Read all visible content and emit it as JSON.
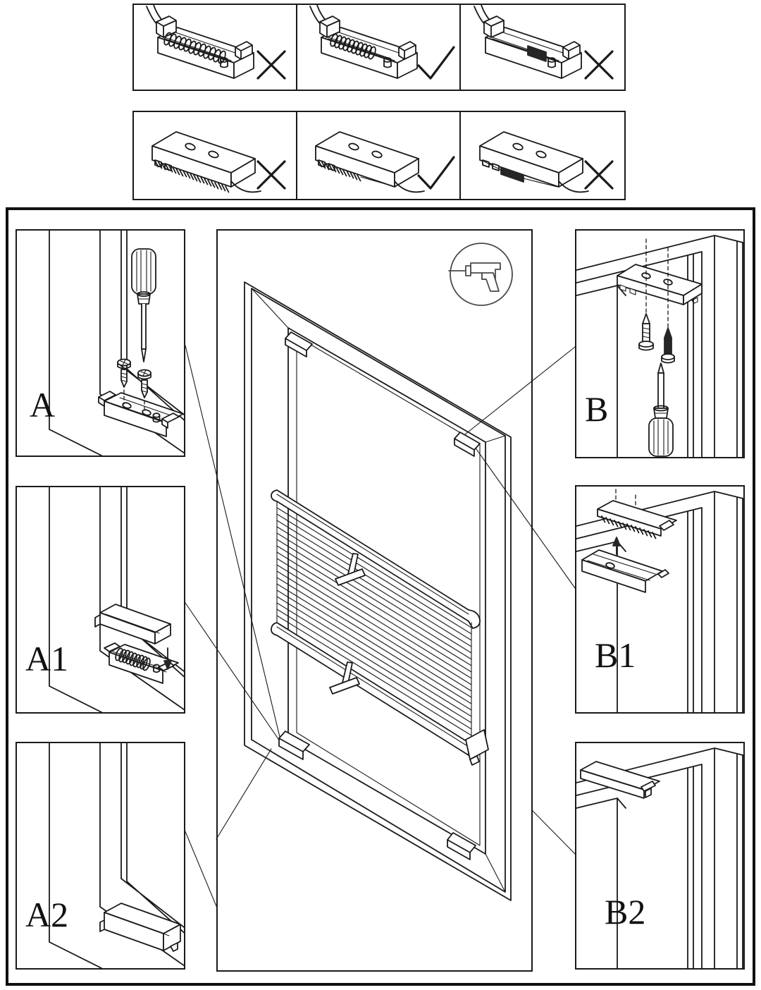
{
  "sheet": {
    "background": "#ffffff",
    "line_color": "#1a1a1a",
    "dark_fill": "#262626",
    "drill_icon_color": "#4a4a4a"
  },
  "top_instructions": {
    "rows": [
      {
        "name": "bottom-bracket-spring-tension",
        "cells": [
          {
            "state": "spring-stretched-full-length",
            "mark": "x"
          },
          {
            "state": "spring-centered-correct",
            "mark": "check"
          },
          {
            "state": "spring-fully-compressed",
            "mark": "x"
          }
        ]
      },
      {
        "name": "top-plate-spring-tension",
        "cells": [
          {
            "state": "spring-stretched-full-length",
            "mark": "x"
          },
          {
            "state": "spring-partially-extended-correct",
            "mark": "check"
          },
          {
            "state": "spring-fully-compressed",
            "mark": "x"
          }
        ]
      }
    ]
  },
  "main_diagram": {
    "tool_icon": "drill-icon",
    "panels": {
      "a": {
        "label": "A"
      },
      "a1": {
        "label": "A1"
      },
      "a2": {
        "label": "A2"
      },
      "b": {
        "label": "B"
      },
      "b1": {
        "label": "B1"
      },
      "b2": {
        "label": "B2"
      }
    }
  }
}
